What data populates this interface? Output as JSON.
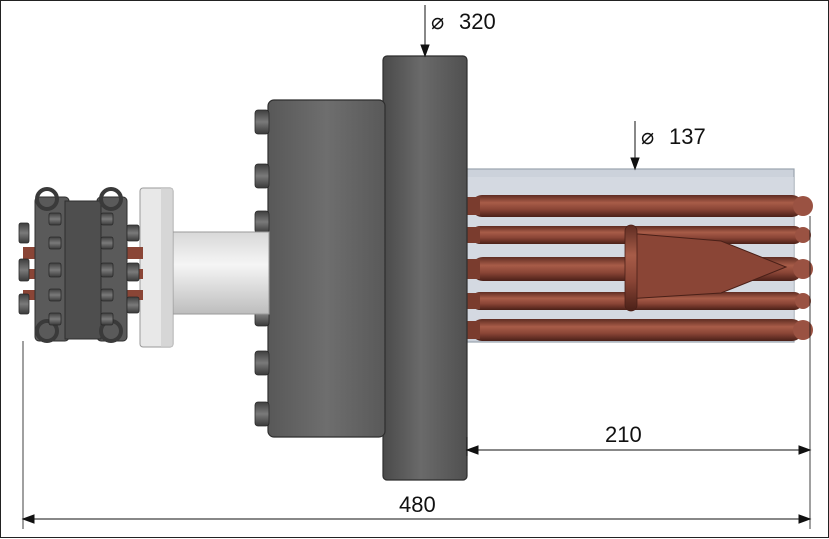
{
  "dimensions": {
    "flange_diameter": {
      "symbol": "⌀",
      "value": "320"
    },
    "element_diameter": {
      "symbol": "⌀",
      "value": "137"
    },
    "immersion_length": "210",
    "overall_length": "480"
  },
  "colors": {
    "flange_steel": "#5e5e5e",
    "copper_tube": "#8c4a3a",
    "sheath": "#c9cfd8",
    "insulator": "#e6e6e6"
  }
}
